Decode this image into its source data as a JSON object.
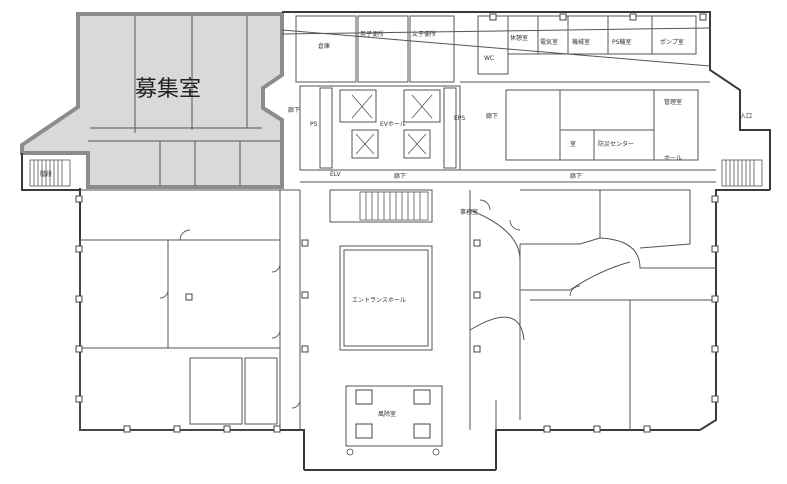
{
  "highlight": {
    "title": "募集室",
    "fill": "#d9d9d9",
    "stroke": "#8c8c8c"
  },
  "rooms": {
    "entrance_hall": "エントランスホール",
    "porch": "風除室",
    "elevator_hall": "EVホール",
    "hall": "ホール",
    "corridor_1": "廊下",
    "corridor_2": "廊下",
    "corridor_3": "廊下",
    "corridor_4": "廊下",
    "toilet_m": "男子便所",
    "toilet_f": "女子便所",
    "storage": "倉庫",
    "eps": "EPS",
    "ps_machine": "PS機室",
    "pump": "ポンプ室",
    "rest": "休憩室",
    "management": "管理室",
    "machine_room": "機械室",
    "disaster": "防災センター",
    "office_small": "室",
    "office_a": "事務室",
    "elevator_label": "ELV",
    "stair_label": "階段",
    "shaft": "PS",
    "wc": "WC",
    "elec": "電気室",
    "entry": "入口"
  }
}
